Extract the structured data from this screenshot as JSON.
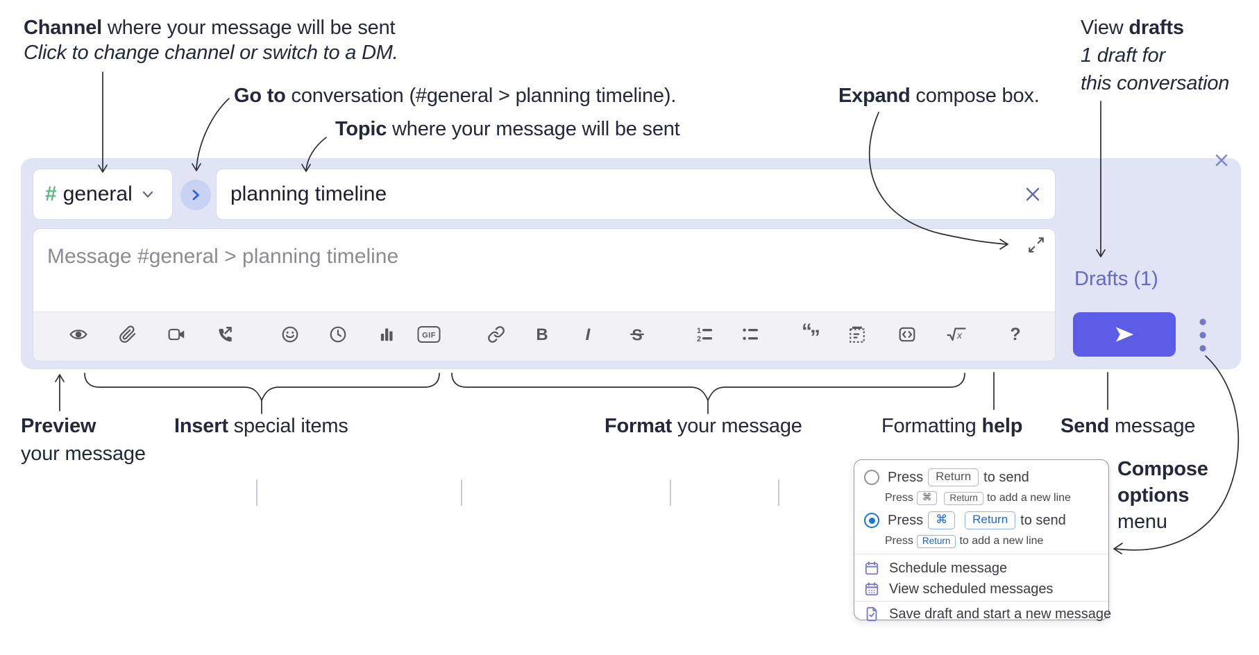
{
  "annotations": {
    "channel": {
      "bold": "Channel",
      "rest": " where your message will be sent",
      "line2": "Click to change channel or switch to a DM."
    },
    "goto": {
      "bold": "Go to",
      "rest": " conversation (#general > planning timeline)."
    },
    "topic": {
      "bold": "Topic",
      "rest": " where your message will be sent"
    },
    "expand": {
      "bold": "Expand",
      "rest": " compose box."
    },
    "view_drafts": {
      "pre": "View ",
      "bold": "drafts",
      "line2": "1 draft for",
      "line3": "this conversation"
    },
    "preview": {
      "bold": "Preview",
      "line2": "your message"
    },
    "insert": {
      "bold": "Insert",
      "rest": " special items"
    },
    "format": {
      "bold": "Format",
      "rest": " your message"
    },
    "formatting_help": {
      "pre": "Formatting ",
      "bold": "help"
    },
    "send": {
      "bold": "Send",
      "rest": " message"
    },
    "compose_options": {
      "bold1": "Compose",
      "bold2": "options",
      "line3": "menu"
    }
  },
  "composer": {
    "channel": {
      "hash": "#",
      "name": "general"
    },
    "topic_value": "planning timeline",
    "message_placeholder": "Message #general > planning timeline",
    "drafts_label": "Drafts (1)",
    "toolbar": {
      "glyphs": {
        "bold": "B",
        "italic": "I",
        "strike": "S",
        "gif": "GIF",
        "quote_open": "“",
        "quote_close": "”",
        "math_x": "x",
        "ol_1": "1",
        "ol_2": "2",
        "help": "?"
      },
      "labels": [
        "preview",
        "attach-file",
        "video-clip",
        "audio-call",
        "emoji",
        "recent",
        "poll",
        "gif",
        "link",
        "bold",
        "italic",
        "strikethrough",
        "ordered-list",
        "bulleted-list",
        "blockquote",
        "code-block",
        "inline-code",
        "formula",
        "formatting-help"
      ]
    },
    "colors": {
      "accent": "#5d5ce6",
      "panel": "#e1e4f4",
      "hash_green": "#5eb87d",
      "drafts_link": "#6568c8",
      "selected_blue": "#1a73d8",
      "menu_icon_purple": "#7679cb"
    }
  },
  "popup": {
    "option1": {
      "press": "Press",
      "key": "Return",
      "tail": "to send",
      "sub_press": "Press",
      "sub_key1": "⌘",
      "sub_key2": "Return",
      "sub_tail": "to add a new line"
    },
    "option2": {
      "press": "Press",
      "key1": "⌘",
      "key2": "Return",
      "tail": "to send",
      "sub_press": "Press",
      "sub_key": "Return",
      "sub_tail": "to add a new line"
    },
    "schedule": "Schedule message",
    "view_scheduled": "View scheduled messages",
    "save_draft": "Save draft and start a new message"
  }
}
